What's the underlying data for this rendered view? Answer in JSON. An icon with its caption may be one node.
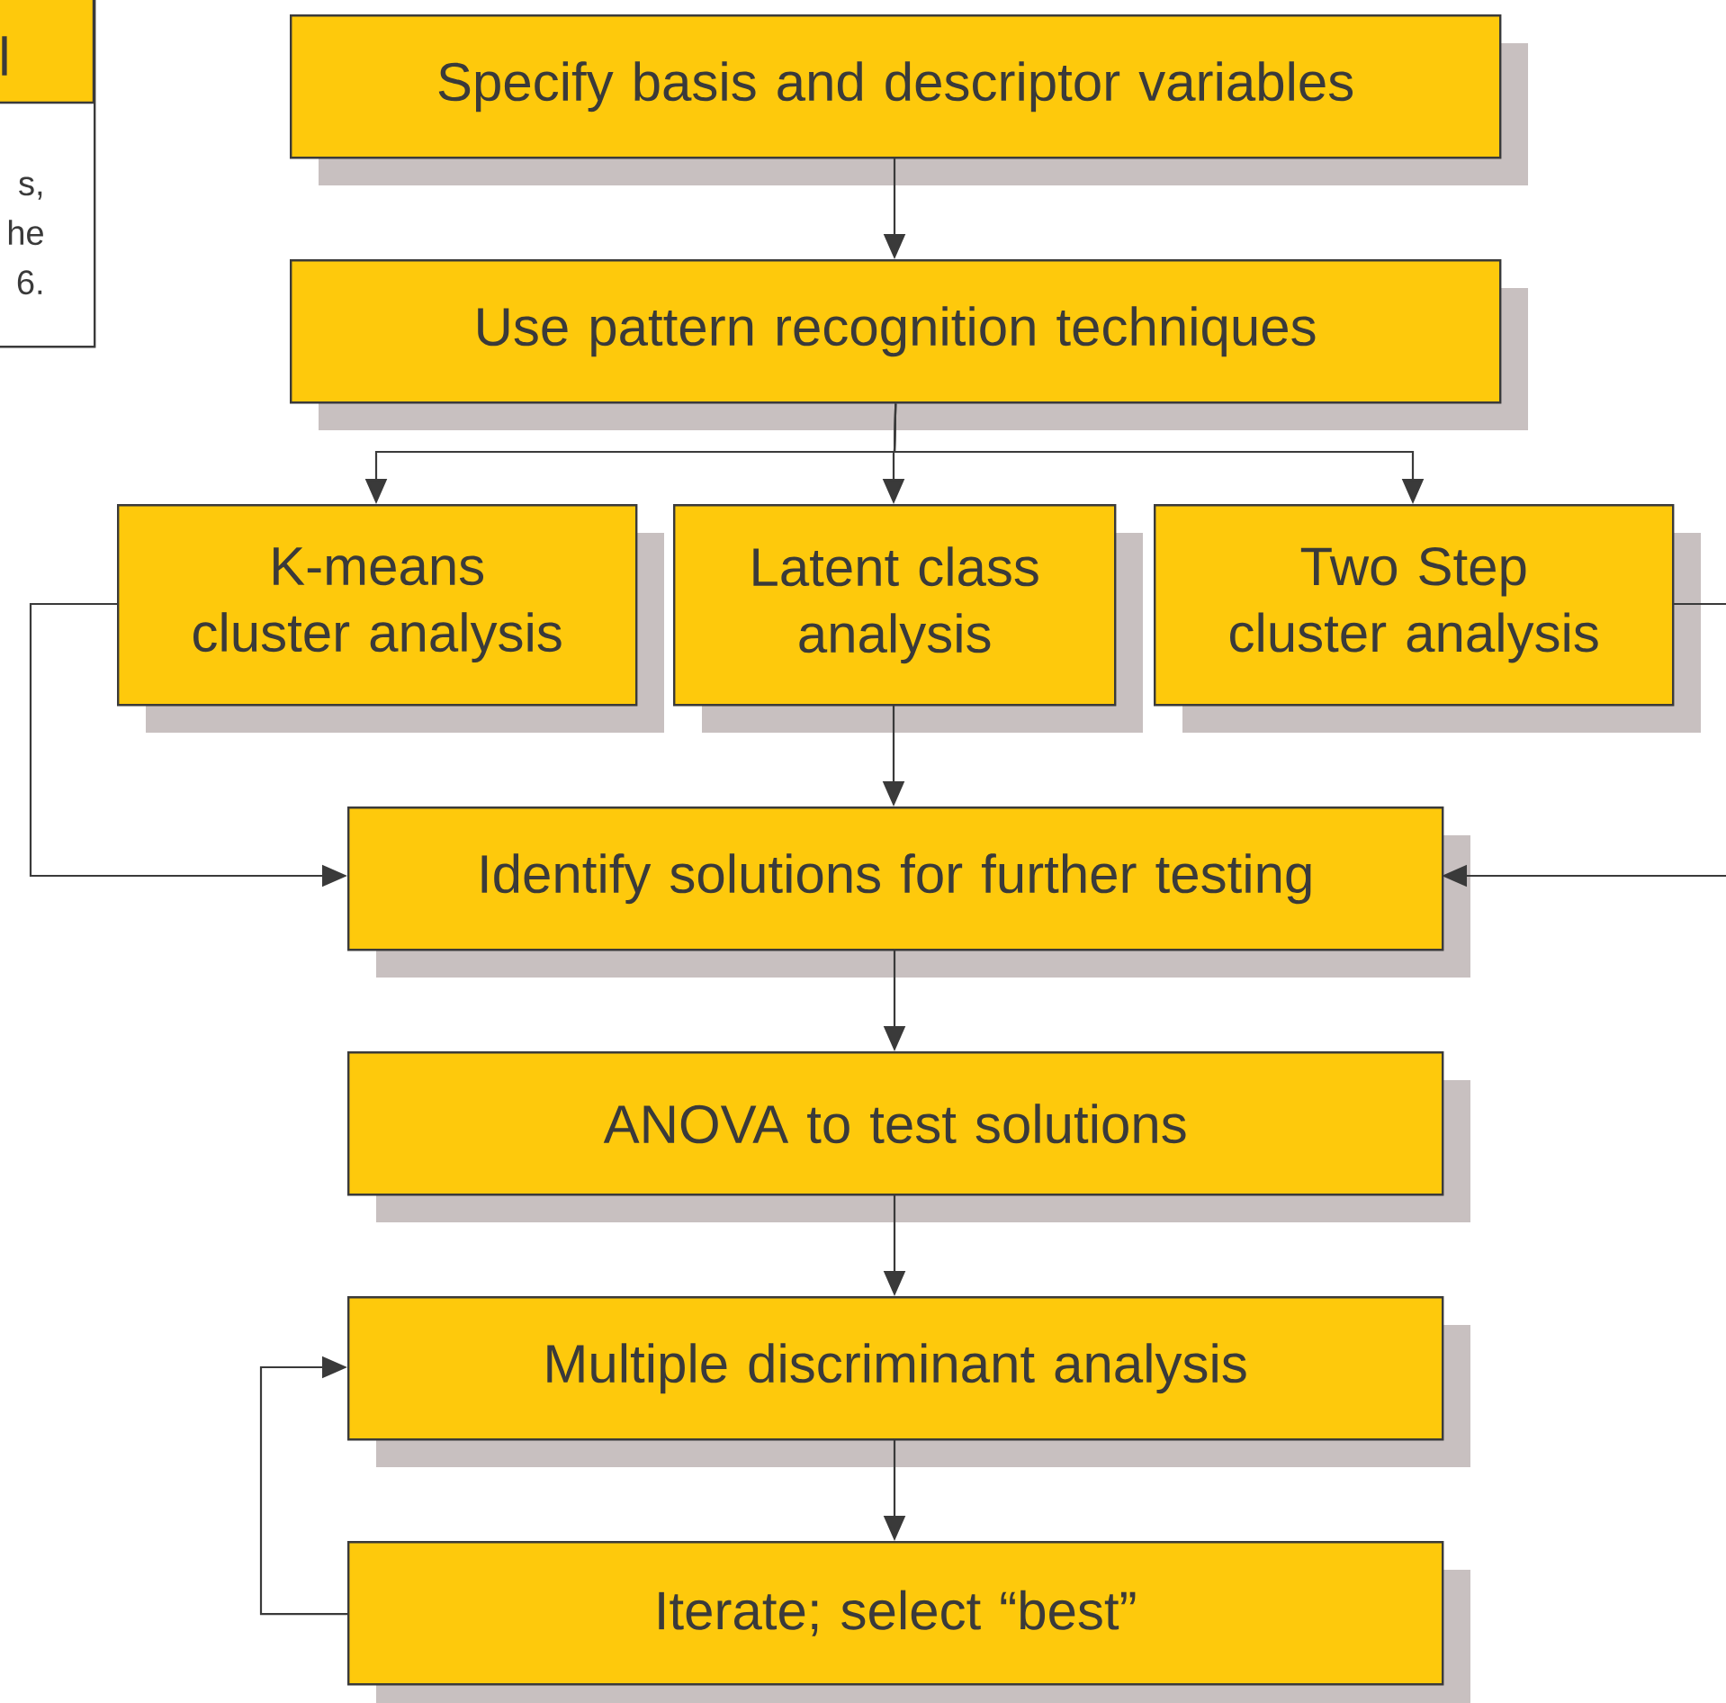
{
  "diagram": {
    "nodes": [
      {
        "text": [
          "l",
          "s, he 6."
        ]
      },
      {
        "text": [
          "Specify basis and descriptor variables"
        ]
      },
      {
        "text": [
          "Use pattern recognition techniques"
        ]
      },
      {
        "text": [
          "K-means cluster analysis"
        ]
      },
      {
        "text": [
          "Latent class analysis"
        ]
      },
      {
        "text": [
          "Two Step cluster analysis"
        ]
      },
      {
        "text": [
          "Identify solutions for further testing"
        ]
      },
      {
        "text": [
          "ANOVA to test solutions"
        ]
      },
      {
        "text": [
          "Multiple discriminant analysis"
        ]
      },
      {
        "text": [
          "Iterate; select “best”"
        ]
      }
    ],
    "edges": [
      {
        "from": 1,
        "to": 2,
        "arrow": "to"
      },
      {
        "from": 2,
        "to": 3,
        "arrow": "to"
      },
      {
        "from": 2,
        "to": 4,
        "arrow": "to"
      },
      {
        "from": 2,
        "to": 5,
        "arrow": "to"
      },
      {
        "from": 3,
        "to": 6,
        "arrow": "to"
      },
      {
        "from": 4,
        "to": 6,
        "arrow": "to"
      },
      {
        "from": 5,
        "to": 6,
        "arrow": "to"
      },
      {
        "from": 6,
        "to": 7,
        "arrow": "to"
      },
      {
        "from": 7,
        "to": 8,
        "arrow": "to"
      },
      {
        "from": 8,
        "to": 9,
        "arrow": "to"
      },
      {
        "from": 9,
        "to": 8,
        "arrow": "to"
      }
    ]
  }
}
